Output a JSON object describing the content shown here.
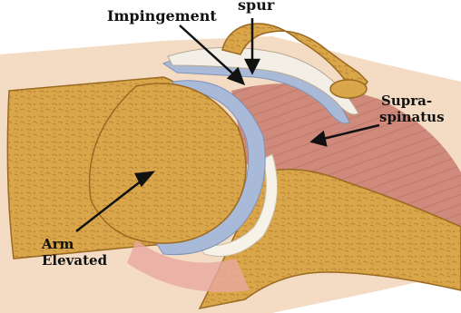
{
  "labels": {
    "impingement": "Impingement",
    "spur": "spur",
    "supraspinatus_line1": "Supra-",
    "supraspinatus_line2": "spinatus",
    "arm_line1": "Arm",
    "arm_line2": "Elevated"
  },
  "colors": {
    "bone": "#d9a64a",
    "bone_dark": "#b8822e",
    "muscle": "#c77a6e",
    "cartilage": "#a9bad9",
    "skin": "#f3dcc3",
    "arrow": "#111111"
  }
}
